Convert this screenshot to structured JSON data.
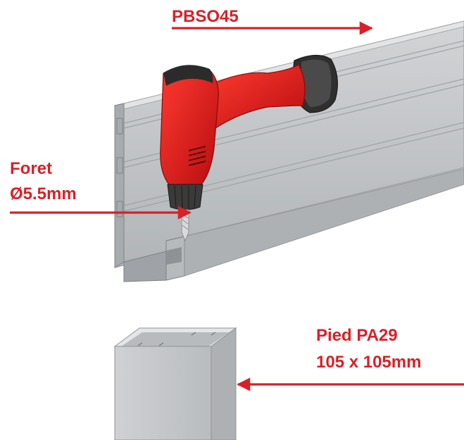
{
  "labels": {
    "rail": "PBSO45",
    "drill_line1": "Foret",
    "drill_line2": "Ø5.5mm",
    "foot_line1": "Pied PA29",
    "foot_line2": "105 x 105mm"
  },
  "colors": {
    "accent": "#d92028",
    "aluminium": "#c3c6c9",
    "drill_body": "#e01a1a",
    "drill_dark": "#3a3a3a"
  },
  "icons": {
    "drill": "cordless-drill-icon",
    "rail": "aluminium-rail-profile",
    "foot": "square-foot-post"
  }
}
